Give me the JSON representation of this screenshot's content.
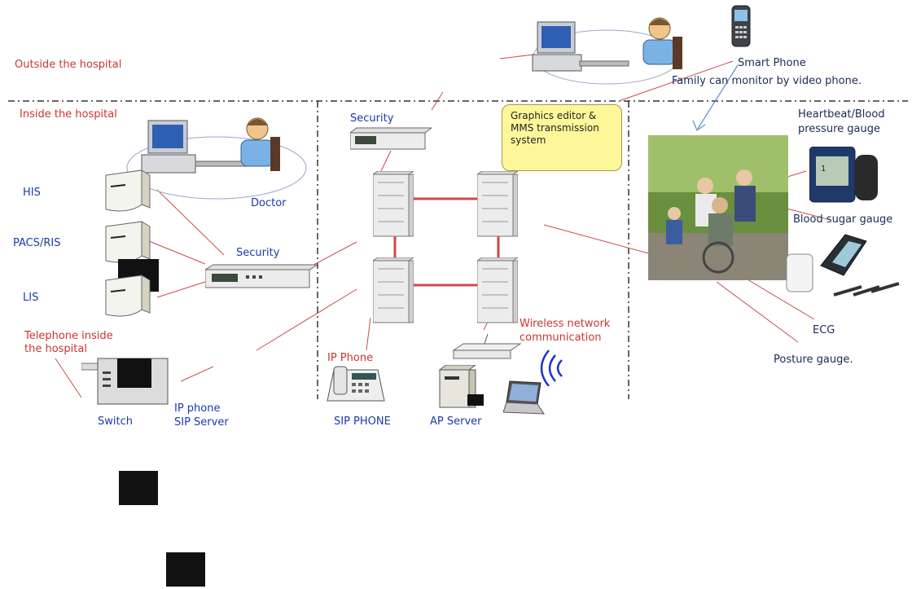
{
  "regions": {
    "outside_label": "Outside the hospital",
    "inside_label": "Inside the hospital"
  },
  "left": {
    "servers": [
      {
        "label": "HIS"
      },
      {
        "label": "PACS/RIS"
      },
      {
        "label": "LIS"
      }
    ],
    "doctor_label": "Doctor",
    "security_label": "Security",
    "telephone_label_line1": "Telephone inside",
    "telephone_label_line2": "the hospital",
    "switch_label": "Switch",
    "sip_server_line1": "IP phone",
    "sip_server_line2": "SIP Server"
  },
  "center": {
    "security_label": "Security",
    "editor_box_text": "Graphics editor & MMS transmission system",
    "ip_phone_label": "IP Phone",
    "sip_phone_label": "SIP PHONE",
    "ap_server_label": "AP Server",
    "wireless_line1": "Wireless network",
    "wireless_line2": "communication"
  },
  "right": {
    "smart_phone_label": "Smart Phone",
    "family_label": "Family can monitor by video phone.",
    "heartbeat_line1": "Heartbeat/Blood",
    "heartbeat_line2": "pressure gauge",
    "blood_sugar_label": "Blood sugar gauge",
    "ecg_label": "ECG",
    "posture_label": "Posture gauge."
  },
  "colors": {
    "region_label": "#cc3333",
    "node_label": "#1a3aa8",
    "connector": "#c0504d",
    "network_link": "#d04848",
    "editor_box": "#fdf79a"
  }
}
